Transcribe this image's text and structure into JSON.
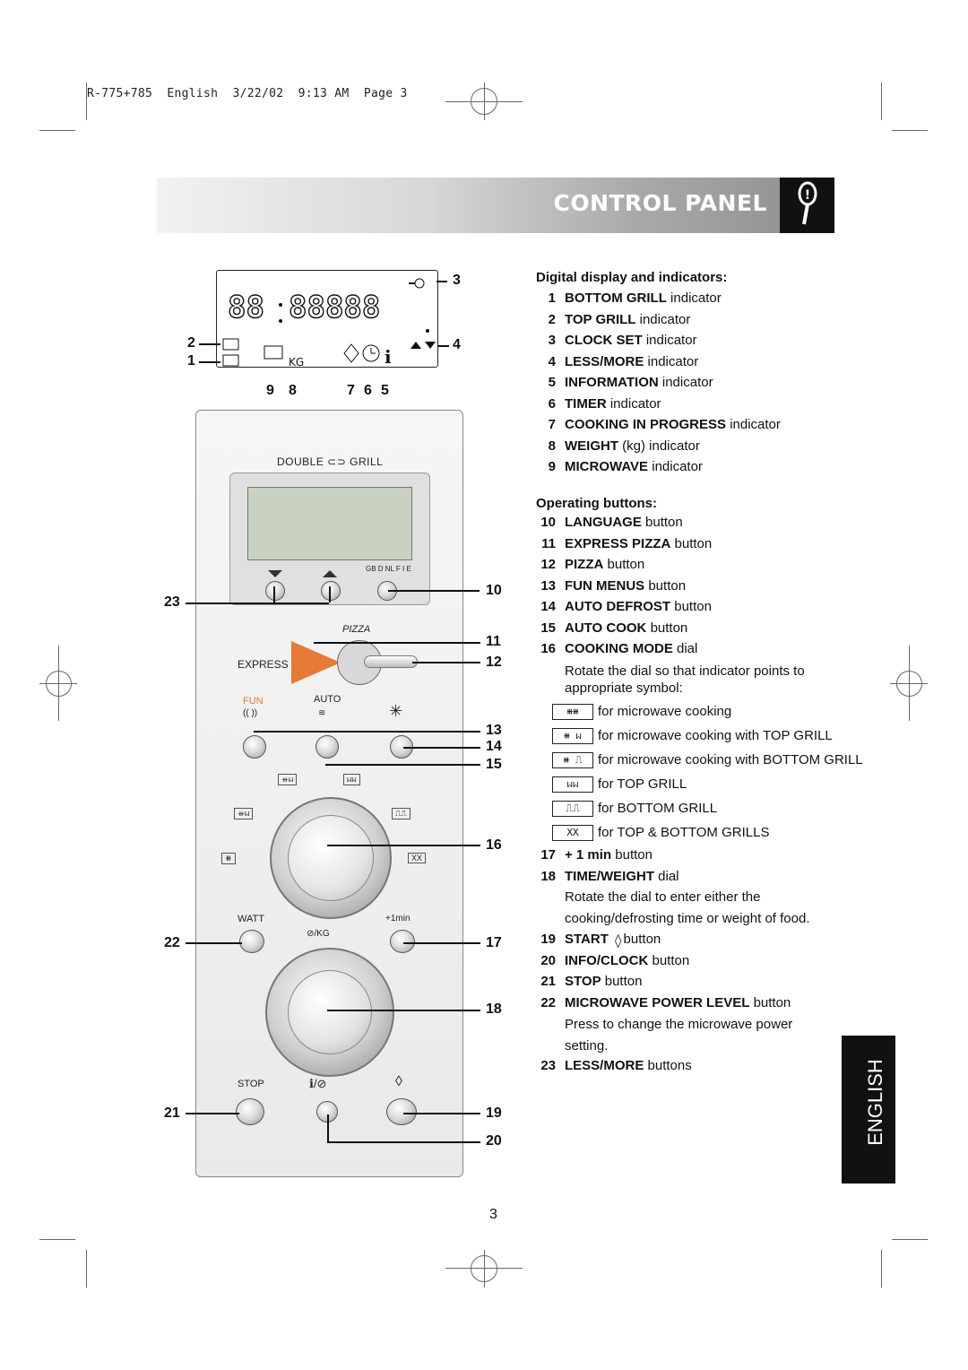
{
  "header": {
    "slug": "R-775+785  English  3/22/02  9:13 AM  Page 3"
  },
  "banner": {
    "title": "CONTROL PANEL"
  },
  "display_section": {
    "heading": "Digital display and indicators:",
    "items": [
      {
        "n": "1",
        "b": "BOTTOM GRILL",
        "t": " indicator"
      },
      {
        "n": "2",
        "b": "TOP GRILL",
        "t": " indicator"
      },
      {
        "n": "3",
        "b": "CLOCK SET",
        "t": " indicator"
      },
      {
        "n": "4",
        "b": "LESS/MORE",
        "t": " indicator"
      },
      {
        "n": "5",
        "b": "INFORMATION",
        "t": " indicator"
      },
      {
        "n": "6",
        "b": "TIMER",
        "t": " indicator"
      },
      {
        "n": "7",
        "b": "COOKING IN PROGRESS",
        "t": " indicator"
      },
      {
        "n": "8",
        "b": "WEIGHT",
        "t": " (kg) indicator"
      },
      {
        "n": "9",
        "b": "MICROWAVE",
        "t": " indicator"
      }
    ]
  },
  "buttons_section": {
    "heading": "Operating buttons:",
    "items": [
      {
        "n": "10",
        "b": "LANGUAGE",
        "t": " button"
      },
      {
        "n": "11",
        "b": "EXPRESS PIZZA",
        "t": " button"
      },
      {
        "n": "12",
        "b": "PIZZA",
        "t": " button"
      },
      {
        "n": "13",
        "b": "FUN MENUS",
        "t": " button"
      },
      {
        "n": "14",
        "b": "AUTO DEFROST",
        "t": " button"
      },
      {
        "n": "15",
        "b": "AUTO COOK",
        "t": " button"
      },
      {
        "n": "16",
        "b": "COOKING MODE",
        "t": " dial"
      }
    ],
    "dial16_desc": [
      "Rotate the dial so that indicator points to",
      "appropriate symbol:"
    ],
    "modes": [
      {
        "sym": "⧻⧻",
        "t": "for microwave cooking"
      },
      {
        "sym": "⧻ ᥕ",
        "t": "for microwave cooking with TOP GRILL"
      },
      {
        "sym": "⧻ ⎍",
        "t": "for microwave cooking with BOTTOM GRILL"
      },
      {
        "sym": "ᥕᥕ",
        "t": "for TOP GRILL"
      },
      {
        "sym": "⎍⎍",
        "t": "for BOTTOM GRILL"
      },
      {
        "sym": "XX",
        "t": "for TOP & BOTTOM GRILLS"
      }
    ],
    "items2": [
      {
        "n": "17",
        "b": "+ 1 min",
        "t": " button"
      },
      {
        "n": "18",
        "b": "TIME/WEIGHT",
        "t": " dial"
      }
    ],
    "dial18_desc": [
      "Rotate the dial to enter either the",
      "cooking/defrosting time or weight of food."
    ],
    "items3": [
      {
        "n": "19",
        "b": "START",
        "t": "    button"
      },
      {
        "n": "20",
        "b": "INFO/CLOCK",
        "t": " button"
      },
      {
        "n": "21",
        "b": "STOP",
        "t": " button"
      },
      {
        "n": "22",
        "b": "MICROWAVE POWER LEVEL",
        "t": " button"
      }
    ],
    "b22_desc": [
      "Press to change the microwave power",
      "setting."
    ],
    "items4": [
      {
        "n": "23",
        "b": "LESS/MORE",
        "t": " buttons"
      }
    ]
  },
  "diagram": {
    "display_digits": "88:88888",
    "kg_label": "KG",
    "callouts": {
      "c1": "1",
      "c2": "2",
      "c3": "3",
      "c4": "4",
      "c9": "9",
      "c8": "8",
      "c7": "7",
      "c6": "6",
      "c5": "5",
      "c10": "10",
      "c11": "11",
      "c12": "12",
      "c13": "13",
      "c14": "14",
      "c15": "15",
      "c16": "16",
      "c17": "17",
      "c18": "18",
      "c19": "19",
      "c20": "20",
      "c21": "21",
      "c22": "22",
      "c23": "23"
    },
    "panel": {
      "brand": "DOUBLE ⊂⊃ GRILL",
      "pizza": "PIZZA",
      "express": "EXPRESS",
      "fun": "FUN",
      "auto": "AUTO",
      "watt": "WATT",
      "plus1min": "+1min",
      "kg": "⊘/KG",
      "stop": "STOP",
      "lang": "GB D NL  F I E"
    }
  },
  "page_number": "3",
  "side_tab": "ENGLISH"
}
